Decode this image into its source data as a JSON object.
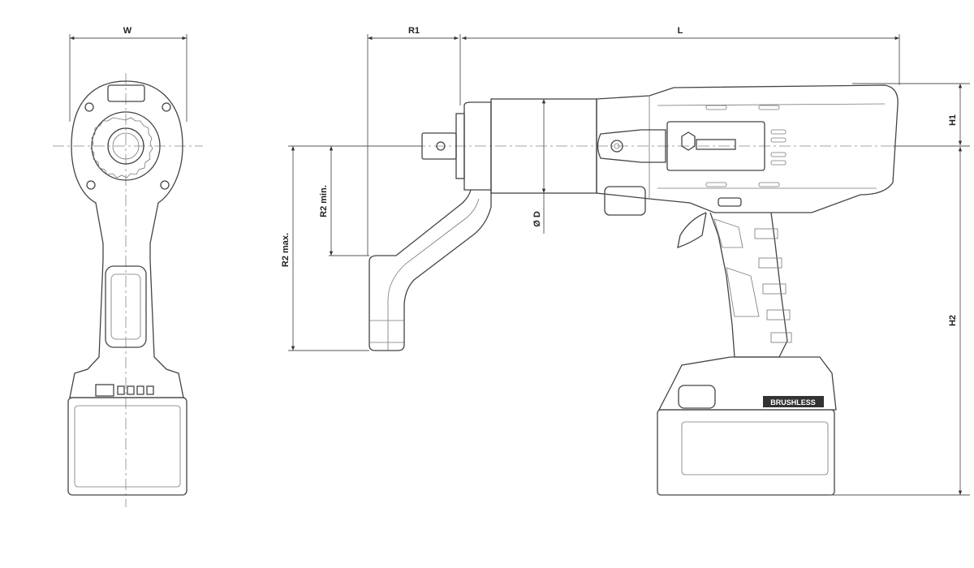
{
  "dimensions": {
    "width": "W",
    "reach_r1": "R1",
    "length": "L",
    "diameter": "Ø D",
    "r2_min": "R2 min.",
    "r2_max": "R2 max.",
    "height_h1": "H1",
    "height_h2": "H2"
  },
  "labels": {
    "battery_badge": "BRUSHLESS"
  },
  "colors": {
    "line": "#444444",
    "background": "#ffffff"
  }
}
